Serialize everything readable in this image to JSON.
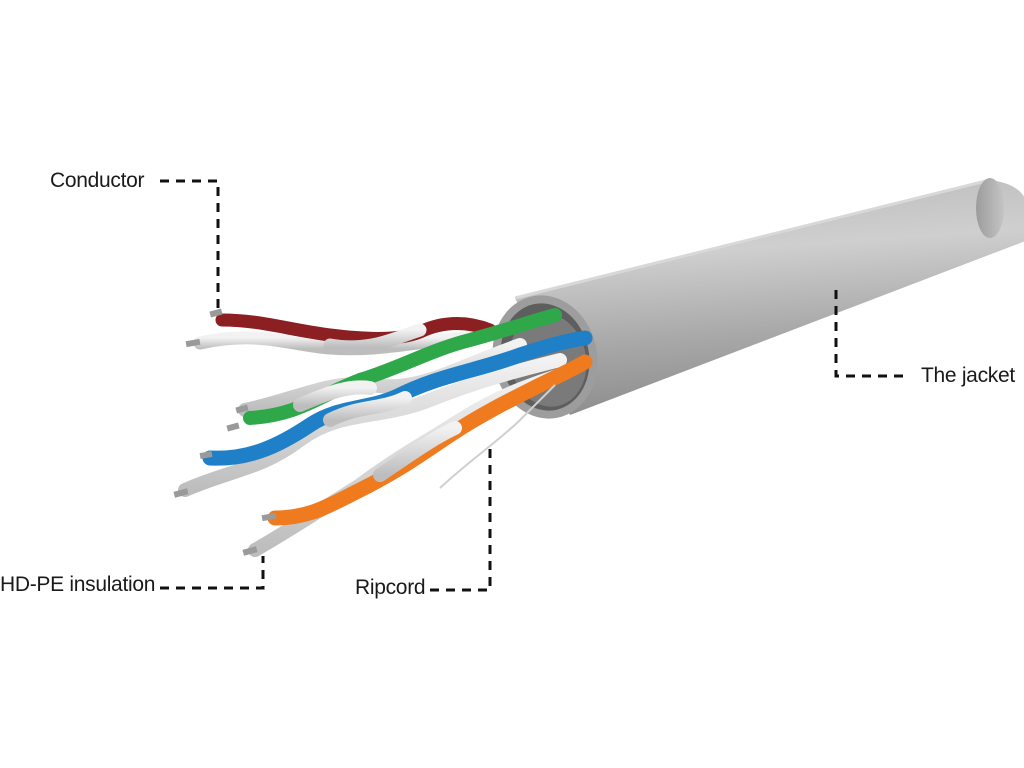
{
  "diagram": {
    "labels": {
      "conductor": "Conductor",
      "jacket": "The jacket",
      "insulation": "HD-PE insulation",
      "ripcord": "Ripcord"
    },
    "colors": {
      "jacket": "#a8a8a8",
      "jacket_highlight": "#c9c9c9",
      "jacket_shadow": "#8a8a8a",
      "pair_brown": "#8c1f22",
      "pair_green": "#2fa84a",
      "pair_blue": "#1f7fc7",
      "pair_orange": "#f07a1e",
      "white_stripe": "#e4e4e4",
      "copper": "#9a9a9a",
      "leader": "#111111"
    }
  }
}
